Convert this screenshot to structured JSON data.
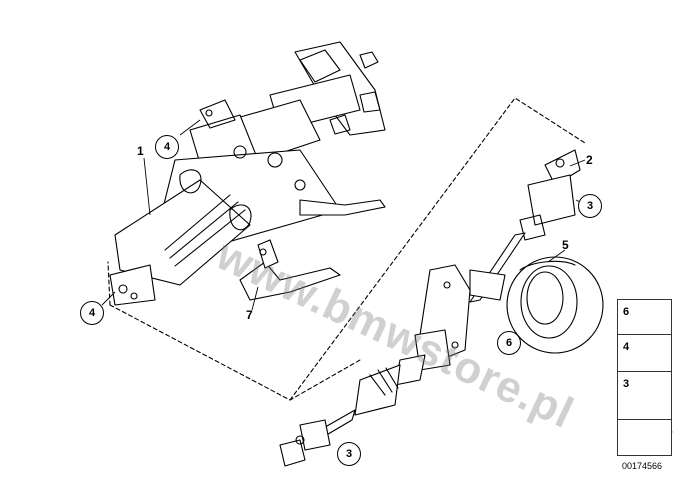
{
  "diagram": {
    "part_labels": {
      "p1": "1",
      "p2": "2",
      "p5": "5",
      "p7": "7"
    },
    "callouts": {
      "c4_top": "4",
      "c4_left": "4",
      "c3_right": "3",
      "c3_bottom": "3",
      "c6": "6"
    },
    "legend": {
      "row1": "6",
      "row2": "4",
      "row3": "3"
    },
    "watermark": "www.bmwstore.pl",
    "doc_number": "00174566"
  }
}
